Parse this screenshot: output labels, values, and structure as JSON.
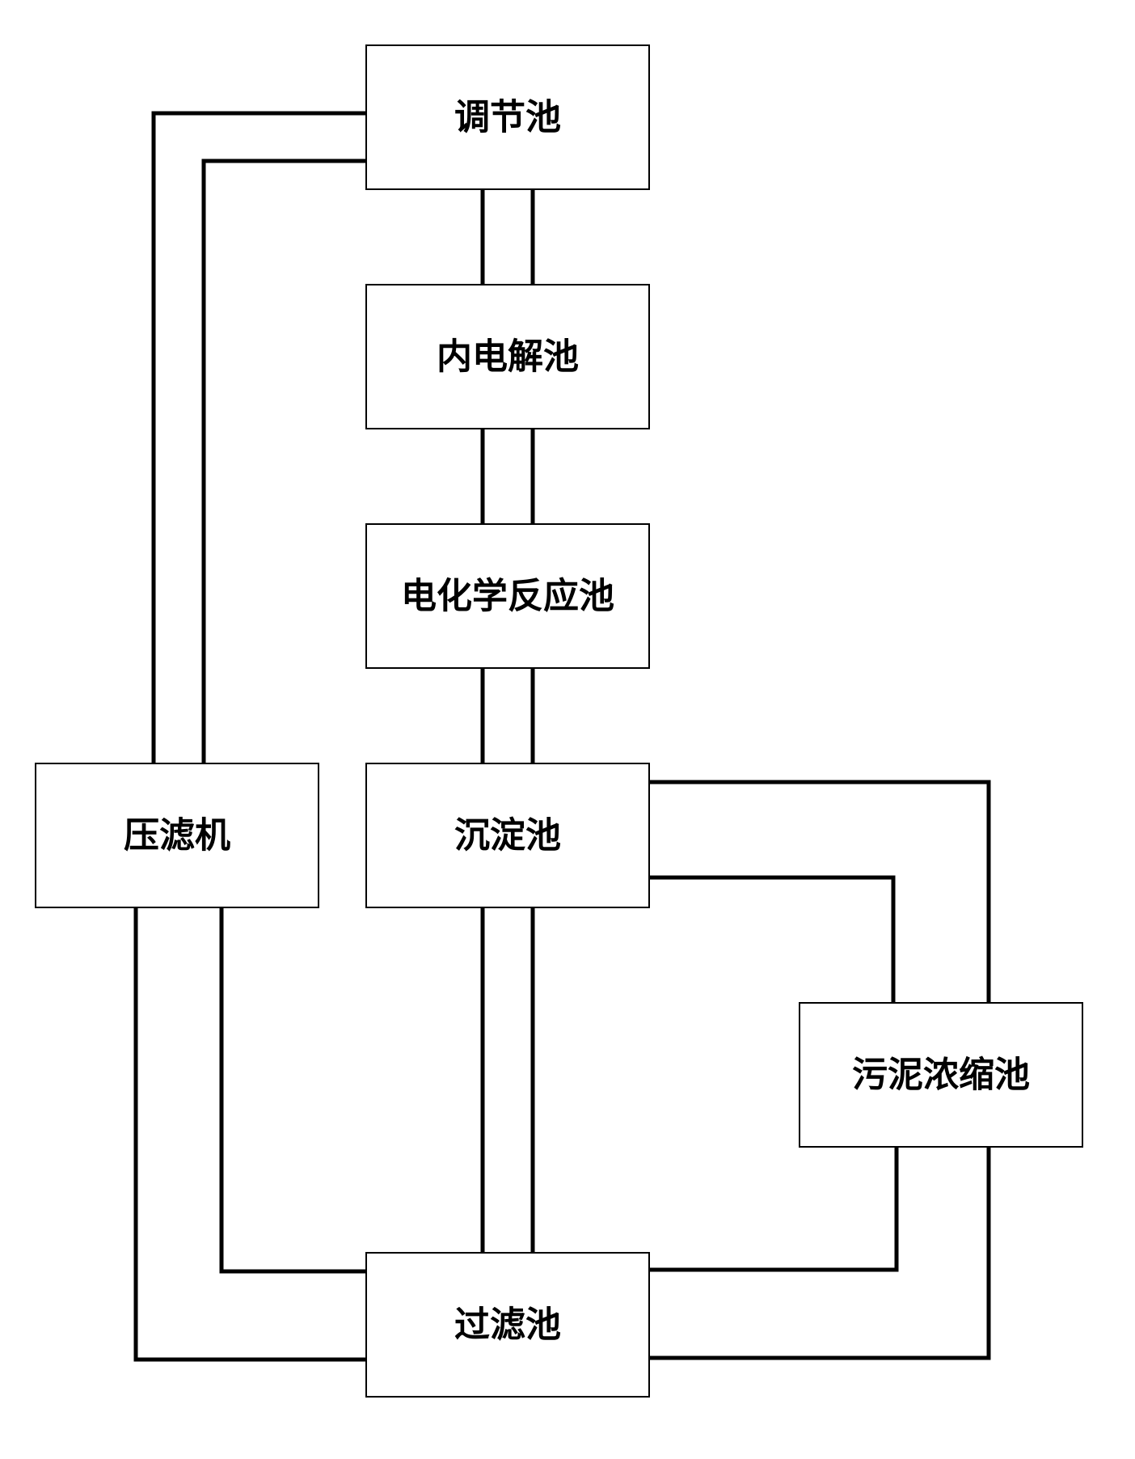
{
  "nodes": {
    "regulating_tank": "调节池",
    "internal_electrolysis_tank": "内电解池",
    "electrochemical_reaction_tank": "电化学反应池",
    "sedimentation_tank": "沉淀池",
    "filter_press": "压滤机",
    "sludge_thickening_tank": "污泥浓缩池",
    "filtration_tank": "过滤池"
  },
  "colors": {
    "line": "#000000",
    "box_fill": "#ffffff",
    "background": "#ffffff"
  }
}
